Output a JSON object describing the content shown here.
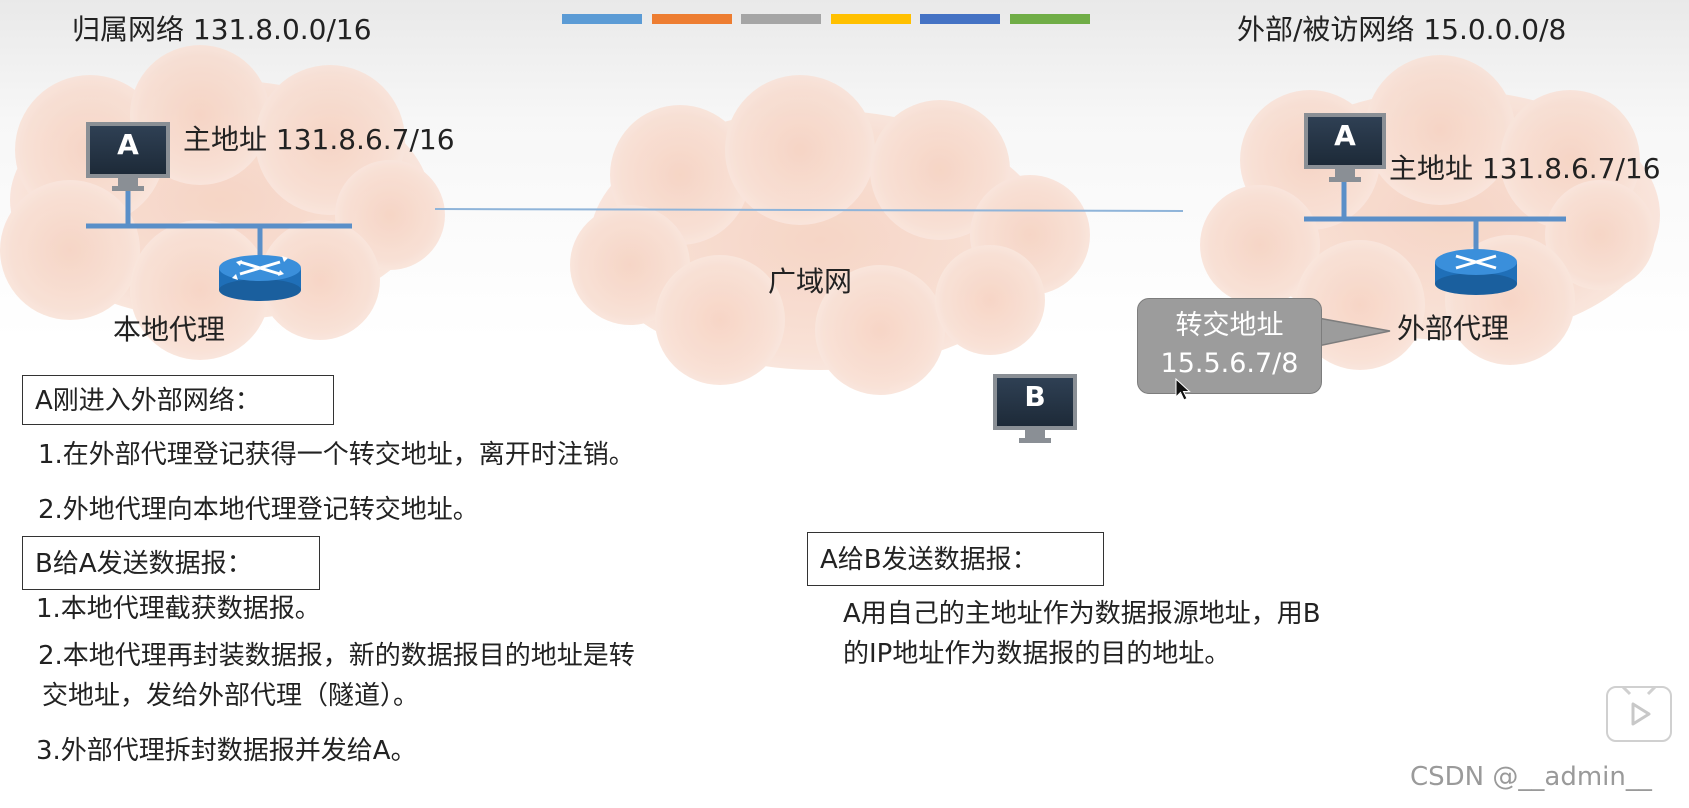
{
  "header": {
    "home_network": "归属网络 131.8.0.0/16",
    "foreign_network": "外部/被访网络 15.0.0.0/8",
    "color_bar": [
      "#5b9bd5",
      "#ed7d31",
      "#a5a5a5",
      "#ffc000",
      "#4472c4",
      "#70ad47"
    ]
  },
  "diagram": {
    "host_left_letter": "A",
    "host_left_addr": "主地址 131.8.6.7/16",
    "home_agent_label": "本地代理",
    "wan_label": "广域网",
    "host_right_letter": "A",
    "host_right_addr": "主地址 131.8.6.7/16",
    "foreign_agent_label": "外部代理",
    "care_of_title": "转交地址",
    "care_of_addr": "15.5.6.7/8",
    "host_b_letter": "B"
  },
  "section_enter": {
    "title": "A刚进入外部网络：",
    "items": [
      "1.在外部代理登记获得一个转交地址，离开时注销。",
      "2.外地代理向本地代理登记转交地址。"
    ]
  },
  "section_b_to_a": {
    "title": "B给A发送数据报：",
    "items": [
      "1.本地代理截获数据报。",
      "2.本地代理再封装数据报，新的数据报目的地址是转",
      "交地址，发给外部代理（隧道）。",
      "3.外部代理拆封数据报并发给A。"
    ]
  },
  "section_a_to_b": {
    "title": "A给B发送数据报：",
    "lines": [
      "A用自己的主地址作为数据报源地址，用B",
      "的IP地址作为数据报的目的地址。"
    ]
  },
  "watermark": "CSDN @__admin__"
}
